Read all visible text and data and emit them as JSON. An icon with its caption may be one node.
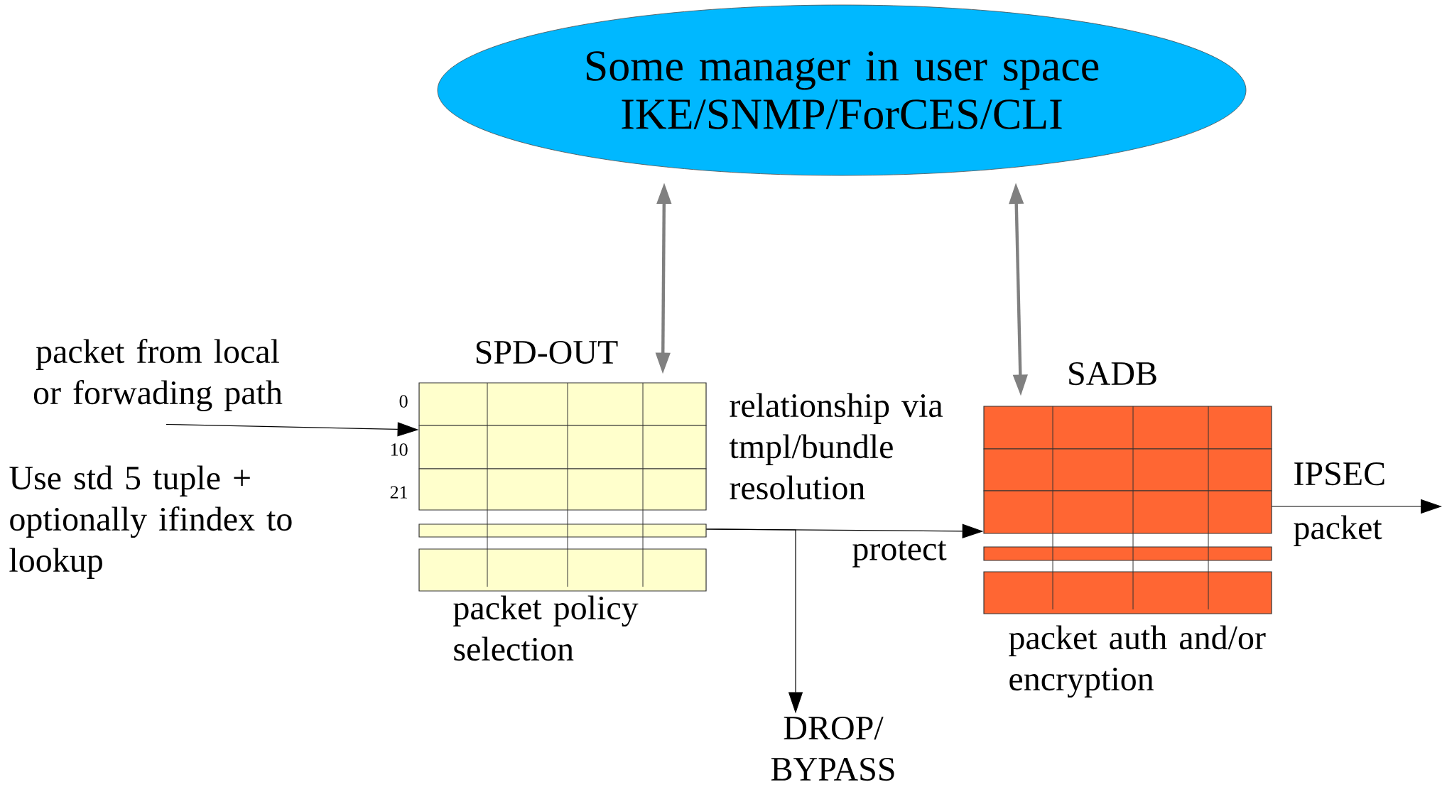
{
  "diagram": {
    "nodes": [
      {
        "text": [
          "Some manager in user space IKE/SNMP/ForCES/CLI"
        ]
      },
      {
        "text": [
          "SPD-OUT"
        ],
        "beside": [
          "packet policy selection"
        ]
      },
      {
        "text": [
          "SADB"
        ],
        "beside": [
          "packet auth and/or encryption"
        ]
      },
      {
        "text": [
          "packet from local or forwading path"
        ]
      },
      {
        "text": [
          "DROP/ BYPASS"
        ]
      }
    ],
    "edges": [
      {
        "from": 0,
        "to": 1,
        "arrow": "both",
        "style": "thick",
        "color": "#808080"
      },
      {
        "from": 0,
        "to": 2,
        "arrow": "both",
        "style": "thick",
        "color": "#808080"
      },
      {
        "from": 3,
        "to": 1,
        "arrow": "to",
        "color": "#000000"
      },
      {
        "from": 1,
        "to": 2,
        "arrow": "to",
        "label": "protect",
        "color": "#000000"
      },
      {
        "from": 1,
        "to": 4,
        "arrow": "to",
        "color": "#000000"
      },
      {
        "from": 2,
        "to": null,
        "arrow": "to",
        "label": "IPSEC packet",
        "color": "#000000"
      }
    ],
    "labels": [
      "0",
      "10",
      "21",
      "Use std 5 tuple + optionally ifindex to lookup",
      "relationship via tmpl/bundle resolution"
    ]
  }
}
